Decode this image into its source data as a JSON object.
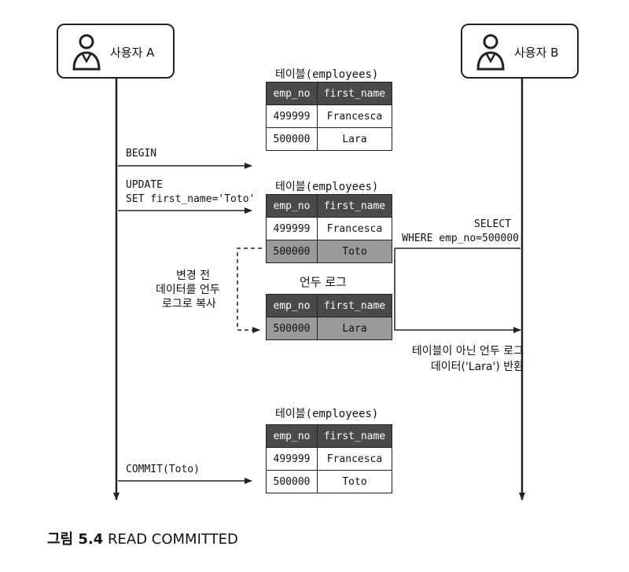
{
  "actors": {
    "a": {
      "name": "사용자 A"
    },
    "b": {
      "name": "사용자 B"
    }
  },
  "tables": [
    {
      "title": "테이블(employees)",
      "headers": [
        "emp_no",
        "first_name"
      ],
      "rows": [
        [
          "499999",
          "Francesca"
        ],
        [
          "500000",
          "Lara"
        ]
      ]
    },
    {
      "title": "테이블(employees)",
      "headers": [
        "emp_no",
        "first_name"
      ],
      "rows": [
        [
          "499999",
          "Francesca"
        ],
        [
          "500000",
          "Toto"
        ]
      ]
    },
    {
      "title": "언두 로그",
      "headers": [
        "emp_no",
        "first_name"
      ],
      "rows": [
        [
          "500000",
          "Lara"
        ]
      ]
    },
    {
      "title": "테이블(employees)",
      "headers": [
        "emp_no",
        "first_name"
      ],
      "rows": [
        [
          "499999",
          "Francesca"
        ],
        [
          "500000",
          "Toto"
        ]
      ]
    }
  ],
  "messages": {
    "begin": "BEGIN",
    "update_line1": "UPDATE",
    "update_line2": "SET first_name='Toto'",
    "select_line1": "SELECT",
    "select_line2": "WHERE emp_no=500000",
    "copy_line1": "변경 전",
    "copy_line2": "데이터를 언두",
    "copy_line3": "로그로 복사",
    "return_line1": "테이블이 아닌 언두 로그",
    "return_line2": "데이터('Lara') 반환",
    "commit": "COMMIT(Toto)"
  },
  "caption": {
    "number": "그림 5.4",
    "text": "READ COMMITTED"
  }
}
